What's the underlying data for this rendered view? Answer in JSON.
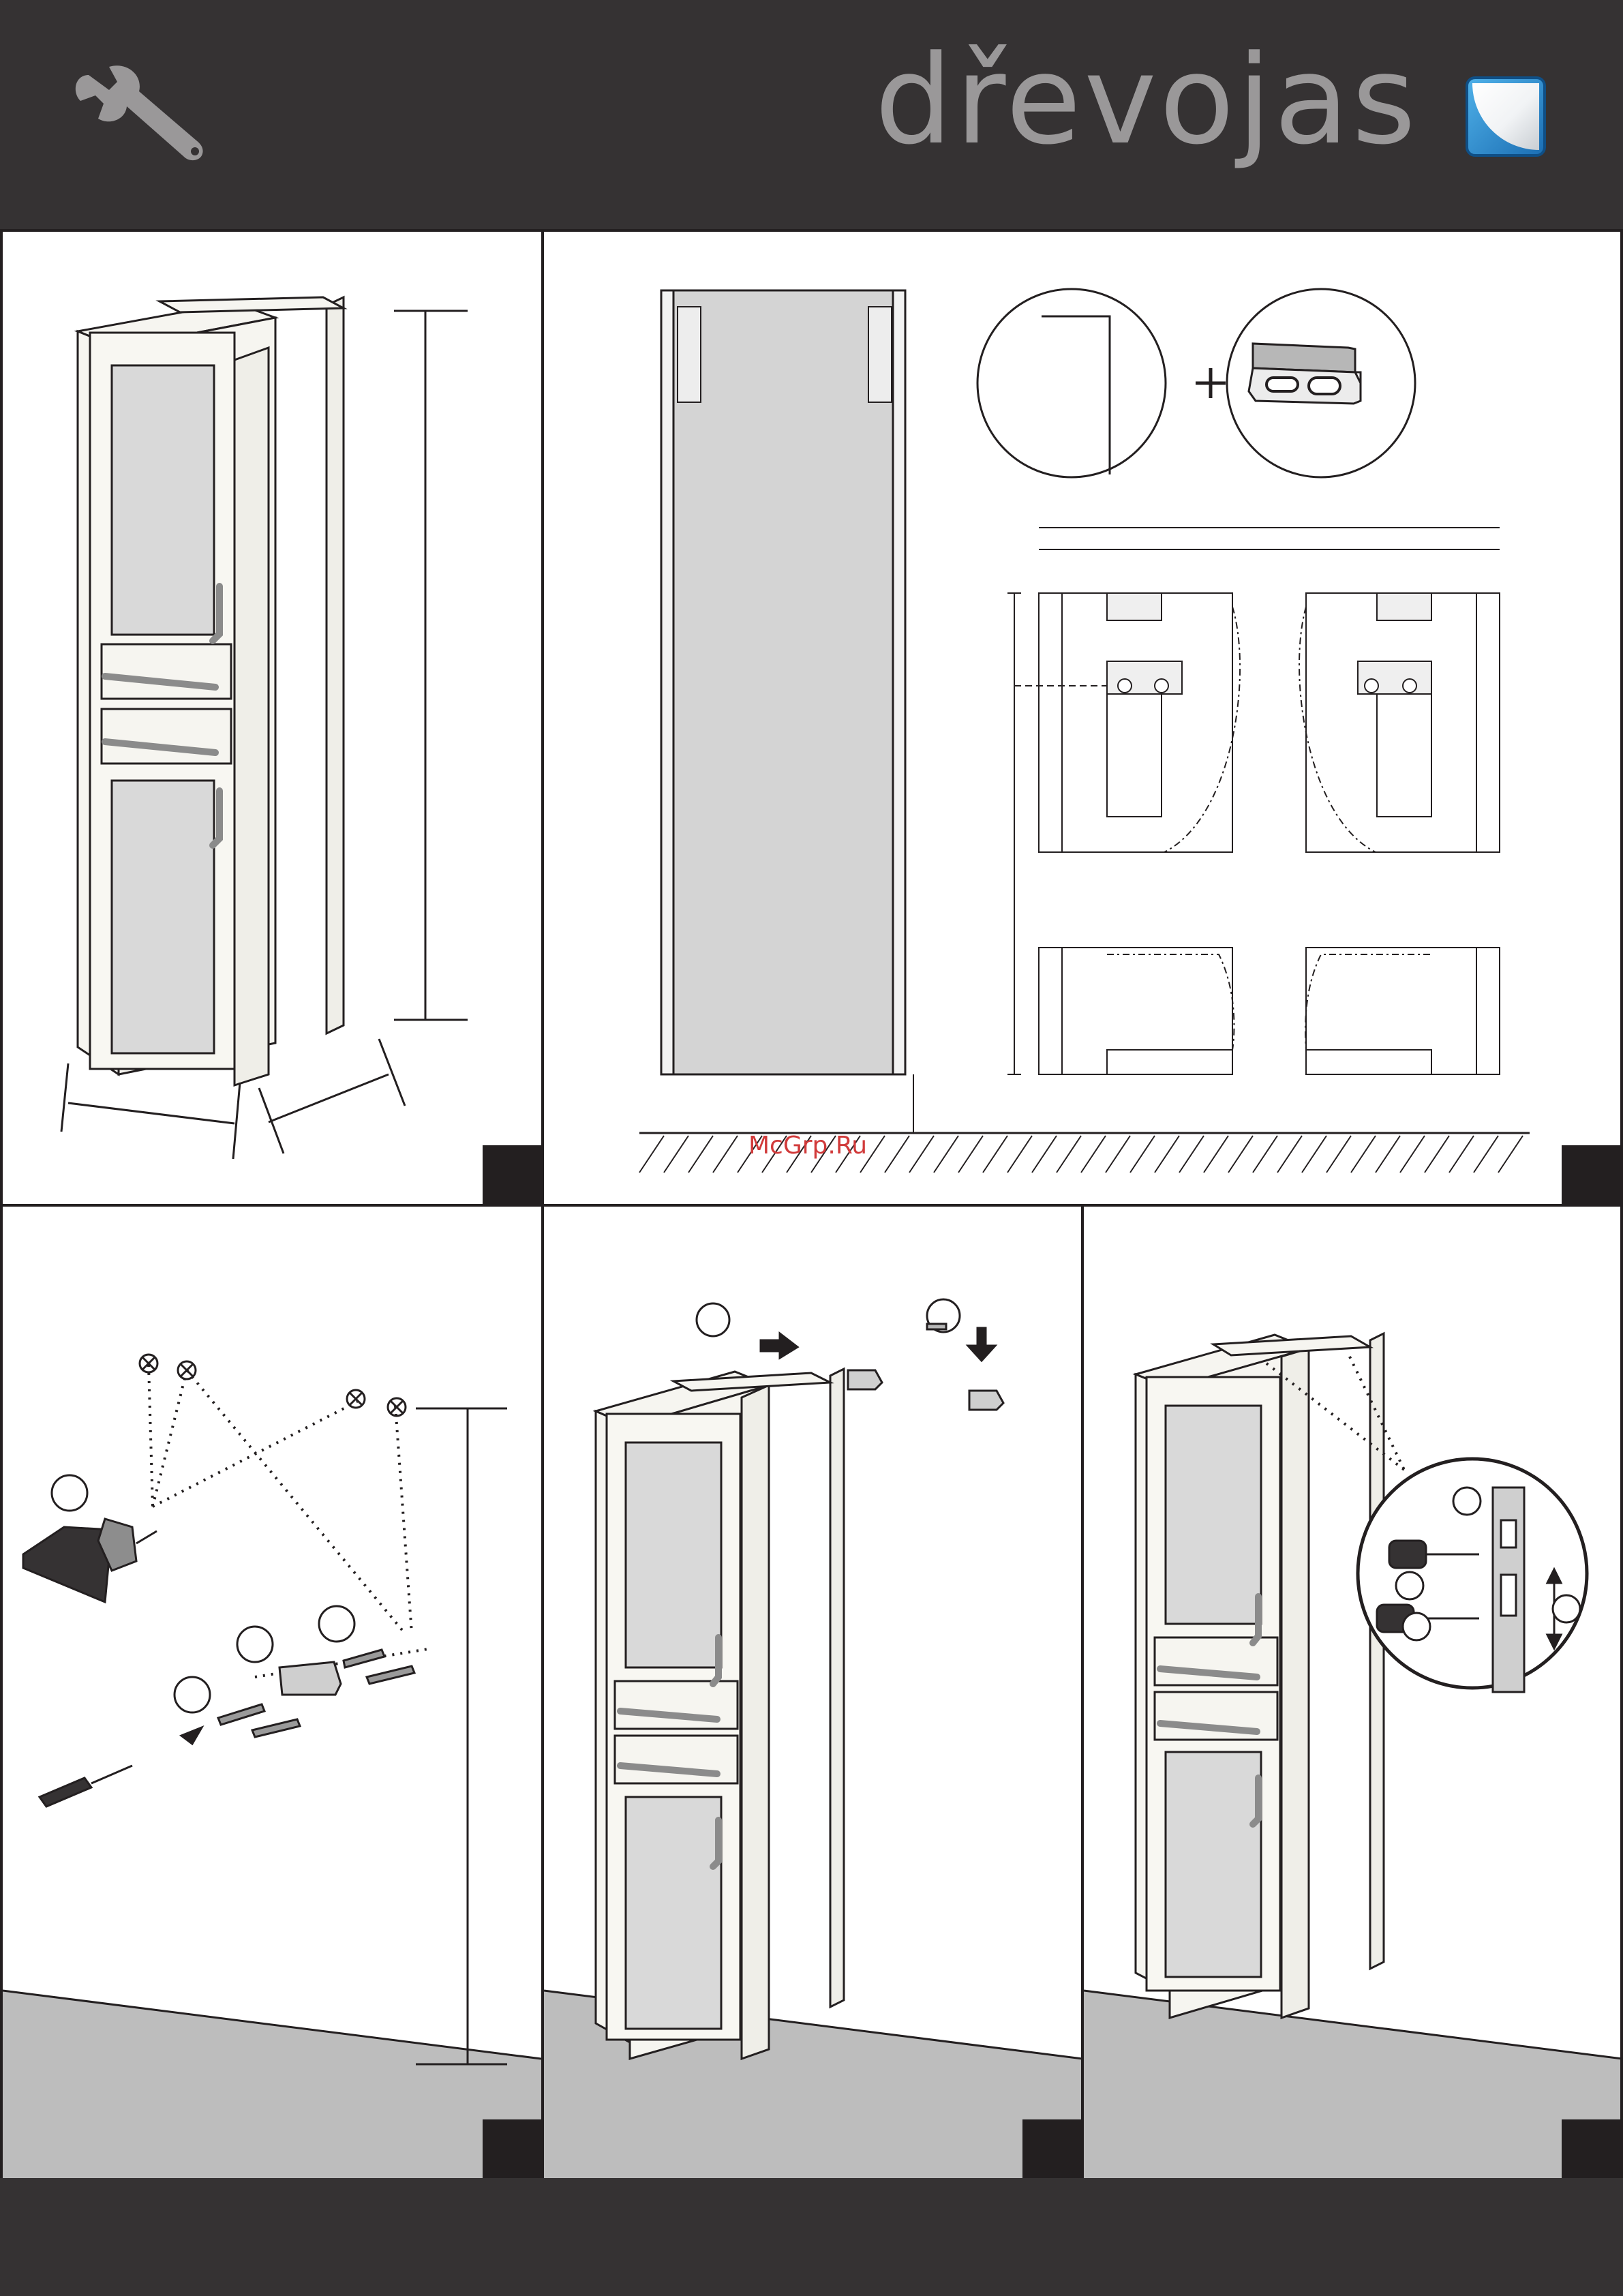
{
  "header": {
    "brand_name": "dřevojas",
    "tools_icon": "wrench-icon",
    "logo_icon": "page-curl-logo-icon",
    "background_color": "#353233",
    "brand_text_color": "#9a9899",
    "logo_color": "#2b8fd6"
  },
  "watermark": {
    "text": "McGrp.Ru",
    "color": "#d13a3a"
  },
  "panels": [
    {
      "id": "cabinet-dimensions",
      "icon": "tall-cabinet-icon"
    },
    {
      "id": "wall-bracket-layout",
      "icon": "bracket-detail-icon"
    },
    {
      "id": "drilling-wall",
      "icon": "drill-icon"
    },
    {
      "id": "hanging-cabinet",
      "icon": "arrow-icon"
    },
    {
      "id": "adjusting-hangers",
      "icon": "screwdriver-icon"
    }
  ],
  "footer": {
    "background_color": "#353233"
  }
}
